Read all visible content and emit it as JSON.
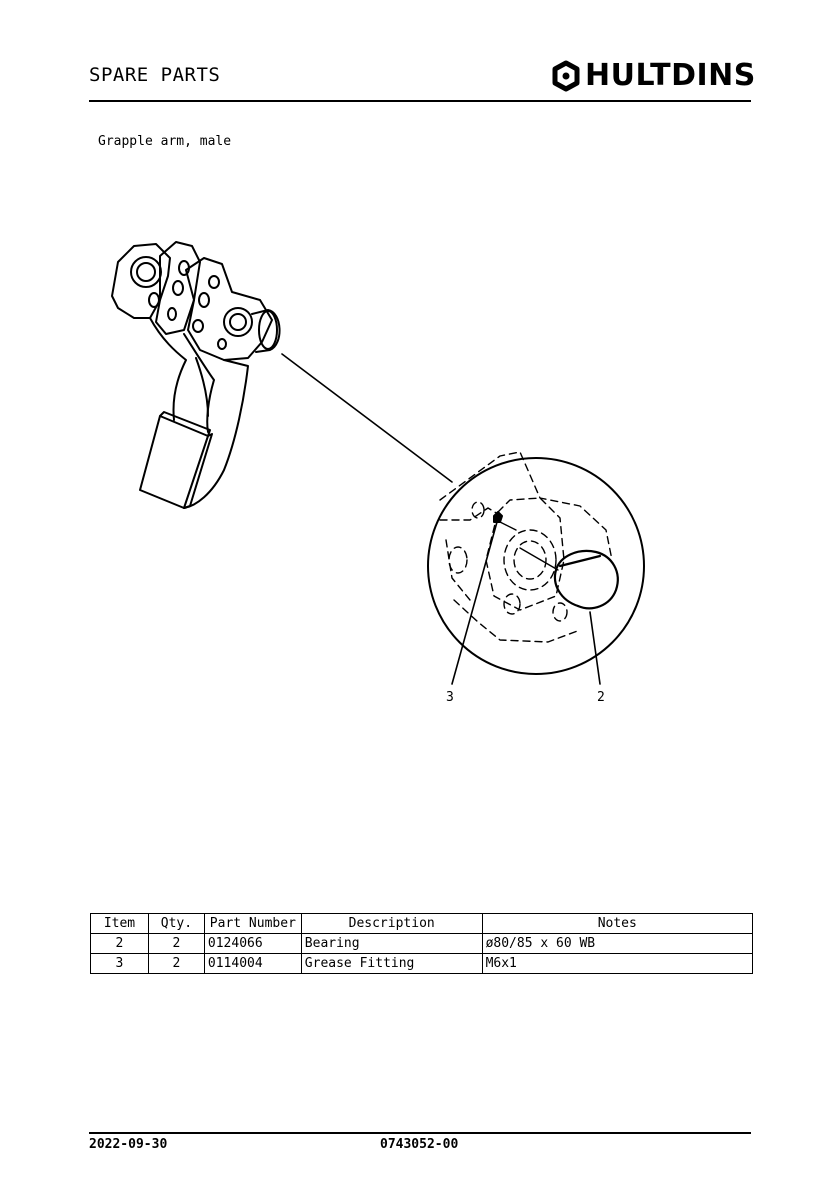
{
  "header": {
    "title": "SPARE PARTS",
    "brand": "HULTDINS",
    "logo_icon": "hultdins-mark-icon"
  },
  "subtitle": "Grapple arm, male",
  "callouts": [
    "3",
    "2"
  ],
  "parts_table": {
    "columns": [
      "Item",
      "Qty.",
      "Part Number",
      "Description",
      "Notes"
    ],
    "rows": [
      {
        "item": "2",
        "qty": "2",
        "part_number": "0124066",
        "description": "Bearing",
        "notes": "ø80/85 x 60 WB"
      },
      {
        "item": "3",
        "qty": "2",
        "part_number": "0114004",
        "description": "Grease Fitting",
        "notes": "M6x1"
      }
    ]
  },
  "footer": {
    "date": "2022-09-30",
    "doc_number": "0743052-00"
  }
}
